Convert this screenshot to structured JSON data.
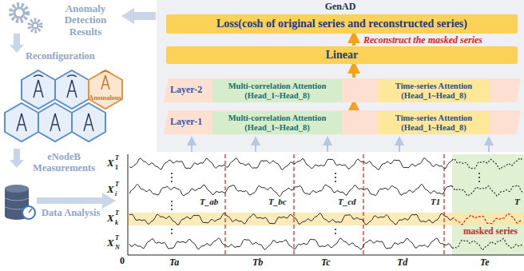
{
  "diagram": {
    "nodes": [
      {
        "text": [
          "GenAD"
        ]
      },
      {
        "text": [
          "Loss(cosh of original series and reconstructed series)"
        ],
        "in": 0
      },
      {
        "text": [
          "Linear"
        ],
        "in": 0
      },
      {
        "text": [
          "Layer-2"
        ],
        "in": 0
      },
      {
        "text": [
          "Multi-correlation Attention (Head_1~Head_8)"
        ],
        "in": 3
      },
      {
        "text": [
          "Time-series Attention (Head_1~Head_8)"
        ],
        "in": 3
      },
      {
        "text": [
          "Layer-1"
        ],
        "in": 0
      },
      {
        "text": [
          "Multi-correlation Attention (Head_1~Head_8)"
        ],
        "in": 6
      },
      {
        "text": [
          "Time-series Attention (Head_1~Head_8)"
        ],
        "in": 6
      }
    ],
    "edges": [
      {
        "from": 2,
        "to": 1,
        "arrow": "to",
        "label": "Reconstruct the masked series"
      },
      {
        "from": 3,
        "to": 2,
        "arrow": "to"
      },
      {
        "from": 6,
        "to": 3,
        "arrow": "to"
      }
    ],
    "labels": [
      "Anomaly Detection Results",
      "Reconfiguration",
      "Anomalous",
      "eNodeB Measurements",
      "Data Analysis",
      "X",
      "1",
      "T",
      "X",
      "i",
      "T",
      "X",
      "k",
      "T",
      "X",
      "N",
      "T",
      "0",
      "T_ab",
      "T_bc",
      "T_cd",
      "T1",
      "T",
      "Ta",
      "Tb",
      "Tc",
      "Td",
      "Te",
      "masked series"
    ]
  }
}
